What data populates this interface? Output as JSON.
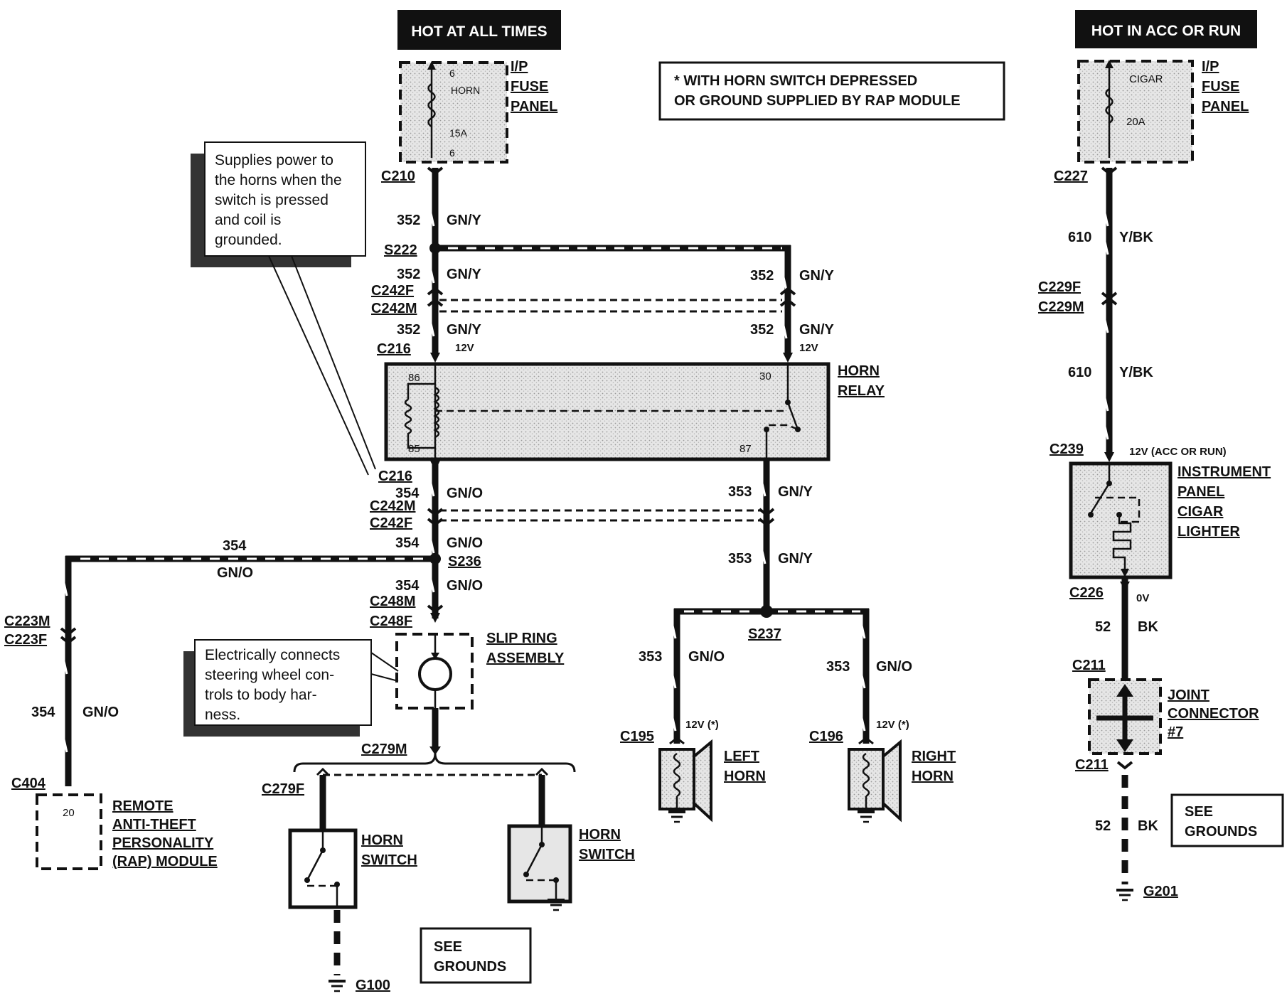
{
  "headers": {
    "hot_at_all_times": "HOT AT ALL TIMES",
    "hot_in_acc_or_run": "HOT IN ACC OR RUN"
  },
  "legend_note": {
    "line1": "*  WITH HORN SWITCH DEPRESSED",
    "line2": "OR GROUND SUPPLIED BY RAP MODULE"
  },
  "callout_relay": {
    "lines": [
      "Supplies power to",
      "the horns when the",
      "switch is pressed",
      "and     coil     is",
      "grounded."
    ]
  },
  "callout_slip_ring": {
    "lines": [
      "Electrically connects",
      "steering wheel con-",
      "trols to body har-",
      "ness."
    ]
  },
  "fuse_left": {
    "pin_top": "6",
    "name": "HORN",
    "rating": "15A",
    "pin_bottom": "6",
    "label_lines": [
      "I/P",
      "FUSE",
      "PANEL"
    ]
  },
  "fuse_right": {
    "name": "CIGAR",
    "rating": "20A",
    "label_lines": [
      "I/P",
      "FUSE",
      "PANEL"
    ]
  },
  "connectors": {
    "c210": "C210",
    "s222": "S222",
    "c242f_top": "C242F",
    "c242m_top": "C242M",
    "c216_top": "C216",
    "c216_bottom": "C216",
    "c242m_bottom": "C242M",
    "c242f_bottom": "C242F",
    "s236": "S236",
    "c248m": "C248M",
    "c248f": "C248F",
    "c279m": "C279M",
    "c279f": "C279F",
    "c223m": "C223M",
    "c223f": "C223F",
    "c404": "C404",
    "s237": "S237",
    "c195": "C195",
    "c196": "C196",
    "g100": "G100",
    "c227": "C227",
    "c229f": "C229F",
    "c229m": "C229M",
    "c239": "C239",
    "c226": "C226",
    "c211_top": "C211",
    "c211_bottom": "C211",
    "g201": "G201"
  },
  "wires": {
    "w352": "352",
    "gny": "GN/Y",
    "w354": "354",
    "gno": "GN/O",
    "w353": "353",
    "w610": "610",
    "ybk": "Y/BK",
    "w52": "52",
    "bk": "BK"
  },
  "voltages": {
    "v12": "12V",
    "v12_acc": "12V (ACC OR RUN)",
    "v0": "0V",
    "v12_star": "12V (*)"
  },
  "relay": {
    "pin86": "86",
    "pin85": "85",
    "pin30": "30",
    "pin87": "87",
    "label_lines": [
      "HORN",
      "RELAY"
    ]
  },
  "components": {
    "slip_ring": [
      "SLIP RING",
      "ASSEMBLY"
    ],
    "rap_module": [
      "REMOTE",
      "ANTI-THEFT",
      "PERSONALITY",
      "(RAP) MODULE"
    ],
    "rap_pin": "20",
    "horn_switch": [
      "HORN",
      "SWITCH"
    ],
    "left_horn": [
      "LEFT",
      "HORN"
    ],
    "right_horn": [
      "RIGHT",
      "HORN"
    ],
    "cigar_lighter": [
      "INSTRUMENT",
      "PANEL",
      "CIGAR",
      "LIGHTER"
    ],
    "joint_connector": [
      "JOINT",
      "CONNECTOR",
      "#7"
    ]
  },
  "see_grounds": [
    "SEE",
    "GROUNDS"
  ]
}
